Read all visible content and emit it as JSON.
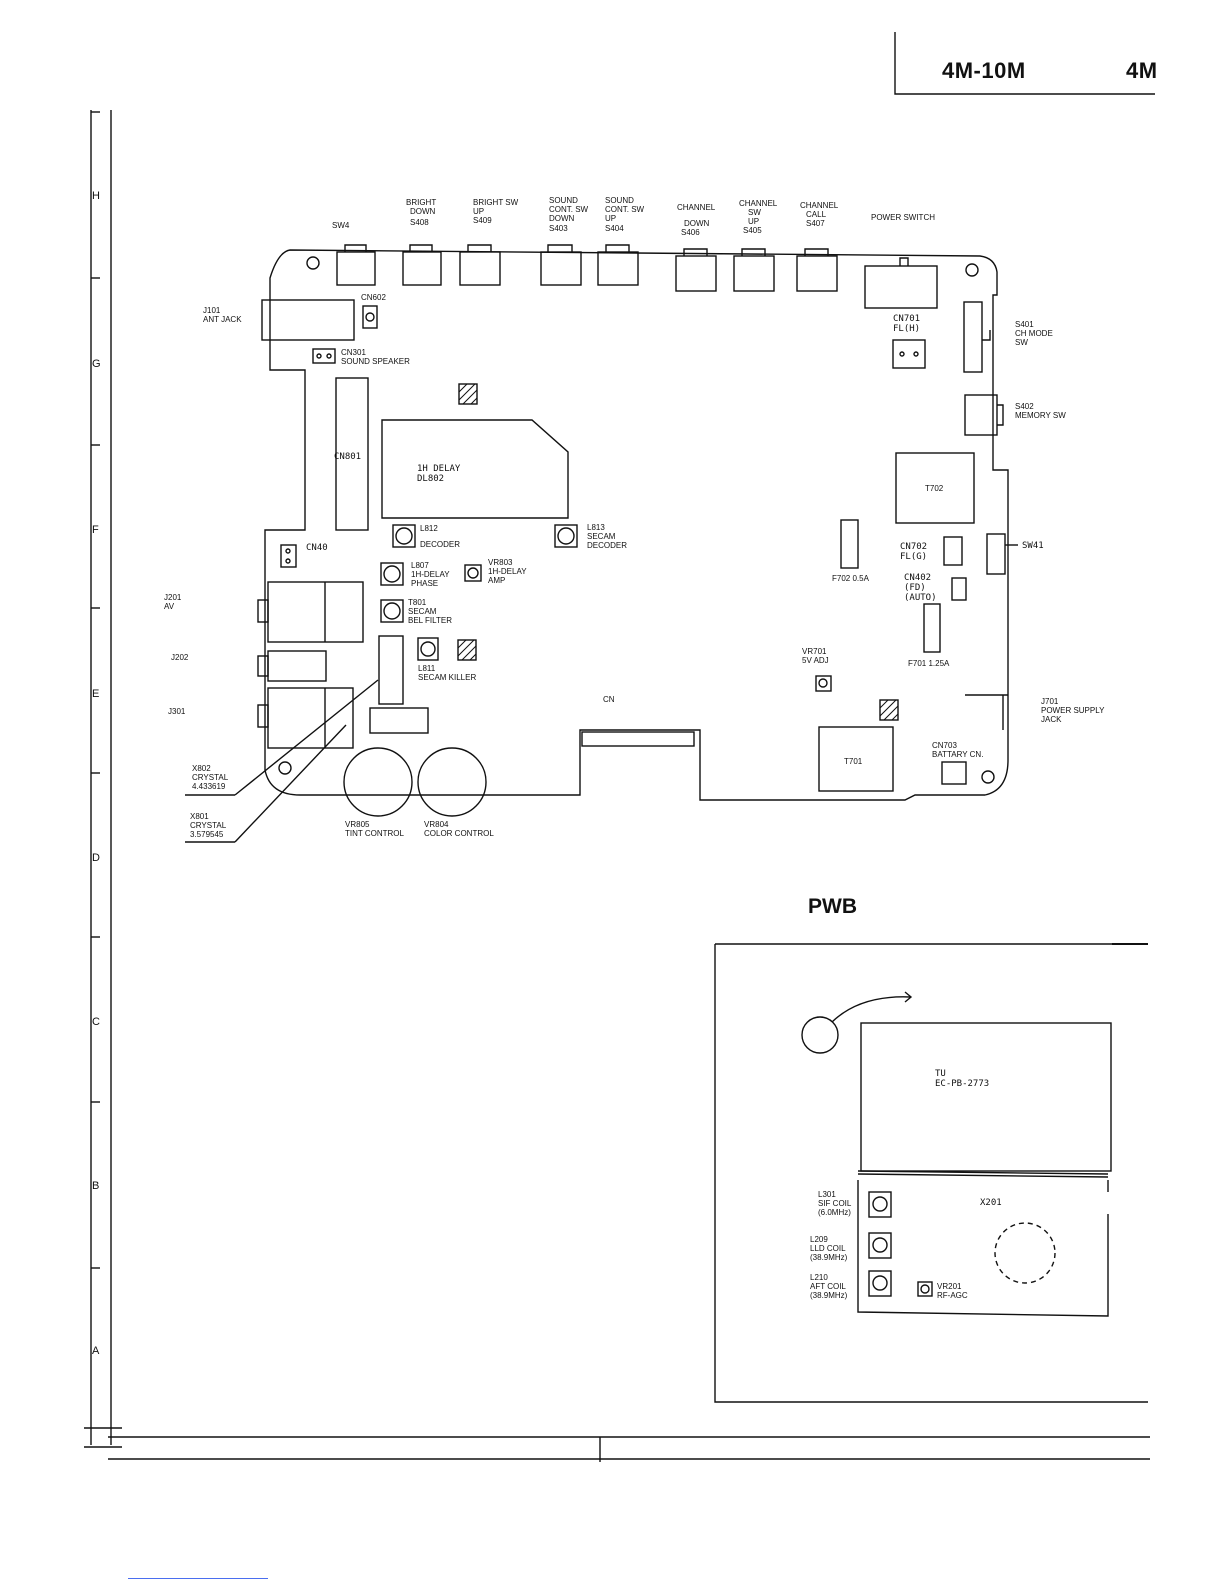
{
  "header": {
    "model_a": "4M-10M",
    "model_b": "4M"
  },
  "grid_letters": [
    "H",
    "G",
    "F",
    "E",
    "D",
    "C",
    "B",
    "A"
  ],
  "main_board": {
    "top_switches": [
      {
        "name": "SW4",
        "sub": "",
        "ref": ""
      },
      {
        "name": "BRIGHT",
        "sub": "DOWN",
        "ref": "S408"
      },
      {
        "name": "BRIGHT SW",
        "sub": "UP",
        "ref": "S409"
      },
      {
        "name": "SOUND",
        "sub": "CONT. SW\nDOWN",
        "ref": "S403"
      },
      {
        "name": "SOUND",
        "sub": "CONT. SW\nUP",
        "ref": "S404"
      },
      {
        "name": "CHANNEL",
        "sub": "DOWN",
        "ref": "S406"
      },
      {
        "name": "CHANNEL",
        "sub": "SW\nUP",
        "ref": "S405"
      },
      {
        "name": "CHANNEL",
        "sub": "CALL",
        "ref": "S407"
      },
      {
        "name": "POWER SWITCH",
        "sub": "",
        "ref": ""
      }
    ],
    "labels": {
      "cn602": "CN602",
      "j101": "J101\nANT JACK",
      "cn301": "CN301\nSOUND SPEAKER",
      "cn801": "CN801",
      "delay": "1H DELAY\nDL802",
      "l812": "L812",
      "l812_sub": "DECODER",
      "l813": "L813\nSECAM\nDECODER",
      "cn40": "CN40",
      "l807": "L807\n1H-DELAY\nPHASE",
      "vr803": "VR803\n1H-DELAY\nAMP",
      "t801": "T801\nSECAM\nBEL FILTER",
      "l811": "L811\nSECAM KILLER",
      "j201": "J201\nAV",
      "j202": "J202",
      "j301": "J301",
      "x802": "X802\nCRYSTAL\n4.433619",
      "x801": "X801\nCRYSTAL\n3.579545",
      "vr805": "VR805\nTINT CONTROL",
      "vr804": "VR804\nCOLOR CONTROL",
      "cn_mid": "CN",
      "cn701": "CN701\nFL(H)",
      "s401": "S401\nCH MODE\nSW",
      "s402": "S402\nMEMORY SW",
      "t702": "T702",
      "sw41": "SW41",
      "cn702": "CN702\nFL(G)",
      "cn402": "CN402\n(FD)\n(AUTO)",
      "f702": "F702 0.5A",
      "f701": "F701 1.25A",
      "vr701": "VR701\n5V ADJ",
      "j701": "J701\nPOWER SUPPLY\nJACK",
      "cn703": "CN703\nBATTARY CN.",
      "t701": "T701"
    }
  },
  "pwb": {
    "title": "PWB",
    "tuner": "TU\nEC-PB-2773",
    "x201": "X201",
    "l301": "L301\nSIF COIL\n(6.0MHz)",
    "l209": "L209\nLLD COIL\n(38.9MHz)",
    "l210": "L210\nAFT COIL\n(38.9MHz)",
    "vr201": "VR201\nRF-AGC"
  }
}
